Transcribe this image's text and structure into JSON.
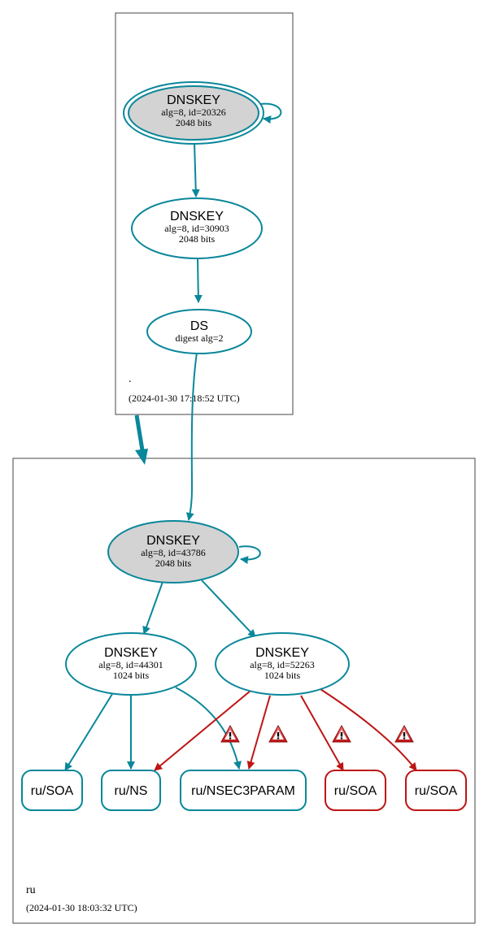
{
  "colors": {
    "teal": "#0a879a",
    "red": "#be1515",
    "ksk_fill": "#d3d3d3",
    "zone_border": "#444444"
  },
  "root_zone": {
    "label": ".",
    "timestamp": "(2024-01-30 17:18:52 UTC)",
    "nodes": {
      "ksk": {
        "title": "DNSKEY",
        "line1": "alg=8, id=20326",
        "line2": "2048 bits"
      },
      "zsk": {
        "title": "DNSKEY",
        "line1": "alg=8, id=30903",
        "line2": "2048 bits"
      },
      "ds": {
        "title": "DS",
        "line1": "digest alg=2"
      }
    }
  },
  "ru_zone": {
    "label": "ru",
    "timestamp": "(2024-01-30 18:03:32 UTC)",
    "nodes": {
      "ksk": {
        "title": "DNSKEY",
        "line1": "alg=8, id=43786",
        "line2": "2048 bits"
      },
      "zsk1": {
        "title": "DNSKEY",
        "line1": "alg=8, id=44301",
        "line2": "1024 bits"
      },
      "zsk2": {
        "title": "DNSKEY",
        "line1": "alg=8, id=52263",
        "line2": "1024 bits"
      }
    },
    "rrsets": [
      {
        "label": "ru/SOA",
        "status": "secure"
      },
      {
        "label": "ru/NS",
        "status": "secure"
      },
      {
        "label": "ru/NSEC3PARAM",
        "status": "secure"
      },
      {
        "label": "ru/SOA",
        "status": "bogus"
      },
      {
        "label": "ru/SOA",
        "status": "bogus"
      }
    ]
  }
}
